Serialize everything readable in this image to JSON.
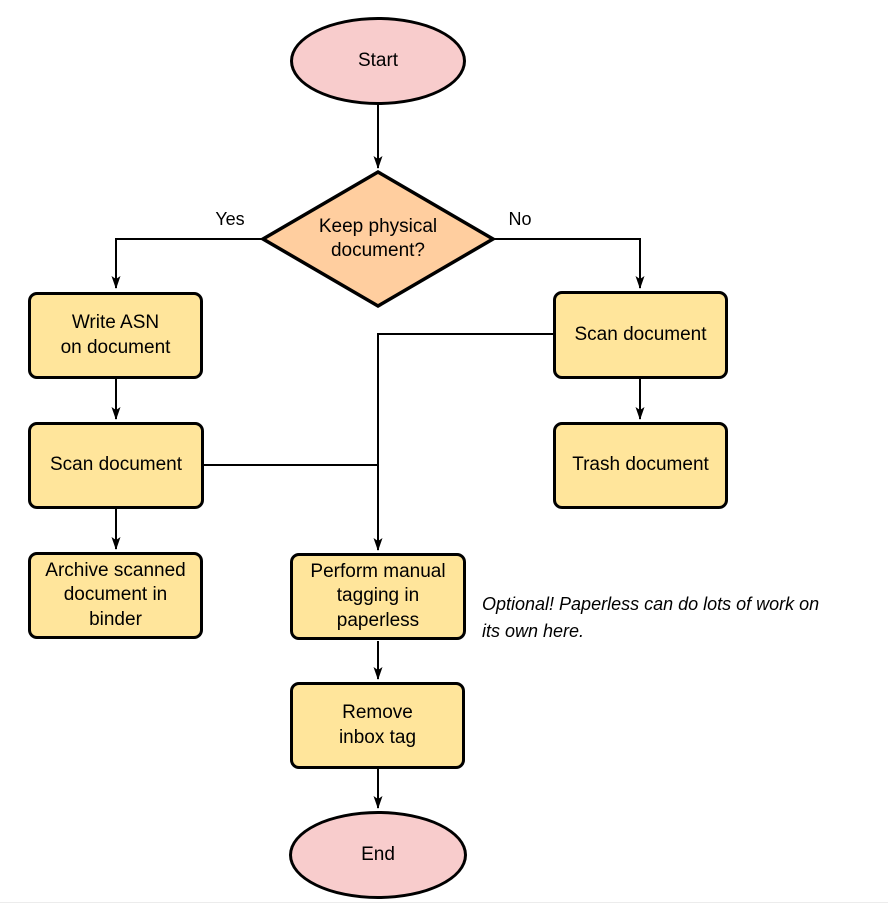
{
  "diagram": {
    "nodes": {
      "start": {
        "label": "Start",
        "type": "terminator"
      },
      "decision": {
        "label": "Keep physical\ndocument?",
        "type": "decision"
      },
      "write_asn": {
        "label": "Write ASN\non document",
        "type": "process"
      },
      "scan_left": {
        "label": "Scan document",
        "type": "process"
      },
      "archive": {
        "label": "Archive scanned\ndocument in\nbinder",
        "type": "process"
      },
      "scan_right": {
        "label": "Scan document",
        "type": "process"
      },
      "trash": {
        "label": "Trash document",
        "type": "process"
      },
      "tagging": {
        "label": "Perform manual\ntagging in\npaperless",
        "type": "process"
      },
      "remove_inbox": {
        "label": "Remove\ninbox tag",
        "type": "process"
      },
      "end": {
        "label": "End",
        "type": "terminator"
      }
    },
    "edge_labels": {
      "yes": "Yes",
      "no": "No"
    },
    "annotation": "Optional! Paperless can do lots of work on\nits own here.",
    "colors": {
      "terminator_fill": "#f8cccc",
      "decision_fill": "#ffce9f",
      "process_fill": "#ffe59b",
      "stroke": "#000000",
      "background": "#ffffff"
    }
  }
}
